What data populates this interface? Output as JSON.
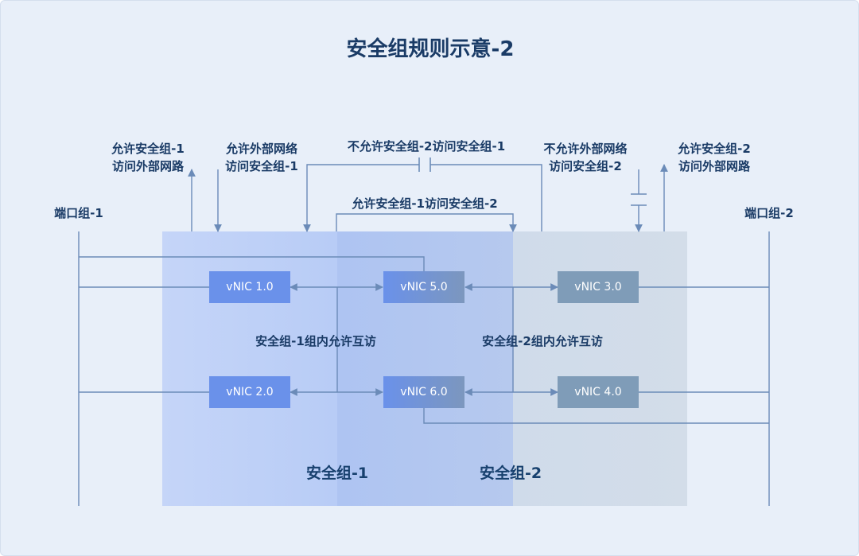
{
  "title": "安全组规则示意-2",
  "colors": {
    "background": "#e8eff9",
    "title": "#1a3b66",
    "wire": "#6b8bb8",
    "sg1": "#b8ccf6",
    "sg2": "#d3dde9",
    "vnic_sg1": "#6a91ea",
    "vnic_sg2": "#7f9cb8"
  },
  "port_groups": {
    "left": "端口组-1",
    "right": "端口组-2"
  },
  "rules": {
    "sg1_out": "允许安全组-1\n访问外部网路",
    "ext_to_sg1": "允许外部网络\n访问安全组-1",
    "deny_sg2_to_sg1": "不允许安全组-2访问安全组-1",
    "deny_ext_to_sg2": "不允许外部网络\n访问安全组-2",
    "sg2_out": "允许安全组-2\n访问外部网路",
    "allow_sg1_to_sg2": "允许安全组-1访问安全组-2"
  },
  "groups": {
    "sg1_internal": "安全组-1组内允许互访",
    "sg2_internal": "安全组-2组内允许互访",
    "sg1_name": "安全组-1",
    "sg2_name": "安全组-2"
  },
  "vnics": {
    "v1": "vNIC 1.0",
    "v2": "vNIC 2.0",
    "v3": "vNIC 3.0",
    "v4": "vNIC 4.0",
    "v5": "vNIC 5.0",
    "v6": "vNIC 6.0"
  },
  "icons": {
    "blocked": "capacitor-gap-icon",
    "arrow": "arrowhead-icon"
  }
}
